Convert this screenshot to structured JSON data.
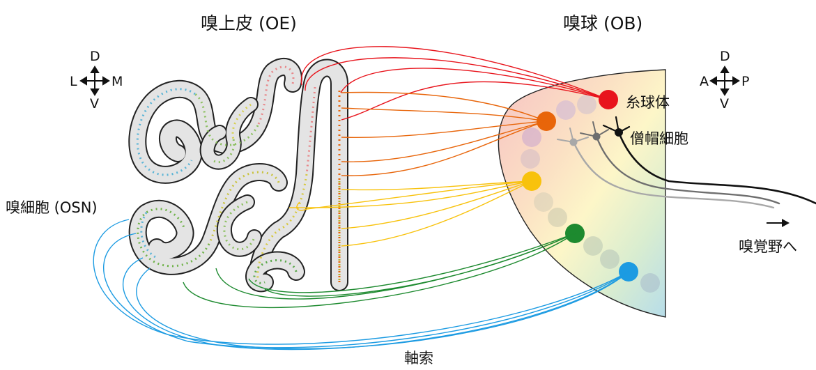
{
  "labels": {
    "olfactory_epithelium": "嗅上皮 (OE)",
    "olfactory_bulb": "嗅球 (OB)",
    "osn": "嗅細胞 (OSN)",
    "glomerulus": "糸球体",
    "mitral_cell": "僧帽細胞",
    "axon": "軸索",
    "to_cortex": "嗅覚野へ"
  },
  "compass_left": {
    "up": "D",
    "down": "V",
    "left": "L",
    "right": "M"
  },
  "compass_right": {
    "up": "D",
    "down": "V",
    "left": "A",
    "right": "P"
  },
  "colors": {
    "red": "#e8141c",
    "orange": "#e8650a",
    "yellow": "#f8c20c",
    "green": "#1d8a2f",
    "blue": "#1c9be2",
    "cyan": "#5ab4d6"
  }
}
